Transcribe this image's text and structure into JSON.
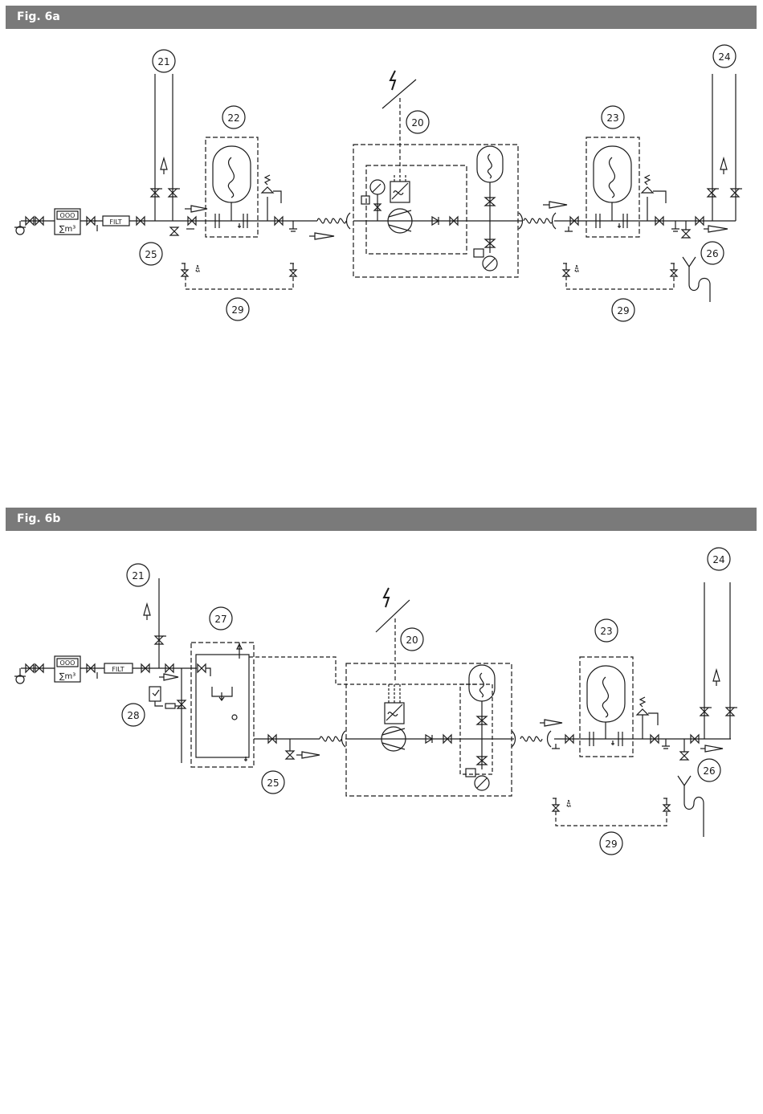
{
  "figures": [
    {
      "title": "Fig. 6a",
      "callouts": [
        "21",
        "22",
        "20",
        "23",
        "24",
        "25",
        "26",
        "29",
        "29"
      ],
      "filter_label": "FILT",
      "meter_top": "OOO",
      "meter_bottom": "∑m³"
    },
    {
      "title": "Fig. 6b",
      "callouts": [
        "21",
        "27",
        "20",
        "23",
        "24",
        "28",
        "25",
        "26",
        "29"
      ],
      "filter_label": "FILT",
      "meter_top": "OOO",
      "meter_bottom": "∑m³"
    }
  ]
}
